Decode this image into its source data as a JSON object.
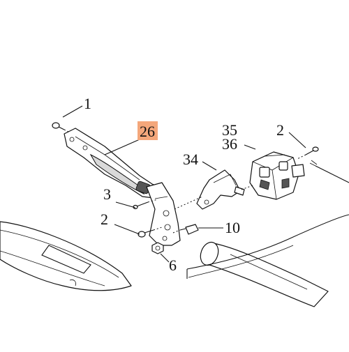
{
  "diagram": {
    "highlight_color": "#f4a77b",
    "labels": {
      "l1": "1",
      "l26": "26",
      "l35": "35",
      "l36": "36",
      "l2a": "2",
      "l34": "34",
      "l3": "3",
      "l2b": "2",
      "l10": "10",
      "l6": "6"
    }
  }
}
